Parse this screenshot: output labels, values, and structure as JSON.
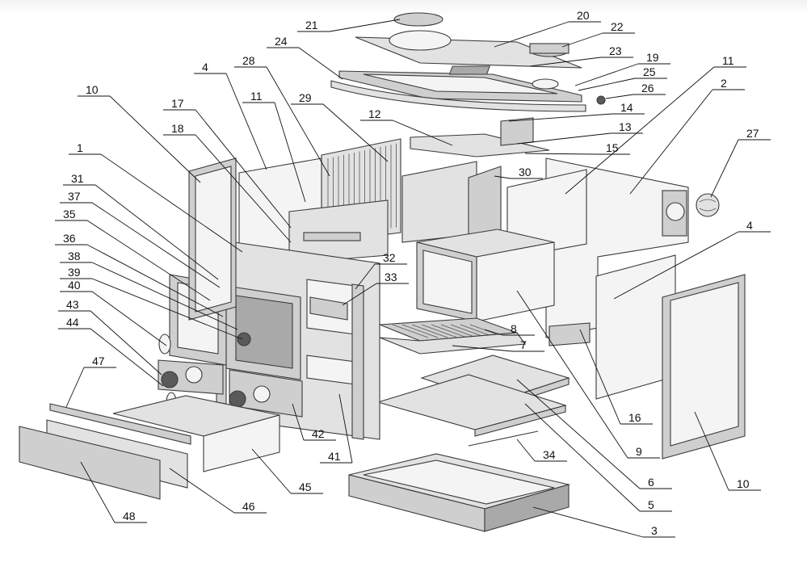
{
  "diagram": {
    "part_numbers": [
      "1",
      "2",
      "3",
      "4",
      "4",
      "5",
      "6",
      "7",
      "8",
      "9",
      "10",
      "10",
      "11",
      "11",
      "12",
      "13",
      "14",
      "15",
      "16",
      "17",
      "18",
      "19",
      "20",
      "21",
      "22",
      "23",
      "24",
      "25",
      "26",
      "27",
      "28",
      "29",
      "30",
      "31",
      "32",
      "33",
      "34",
      "35",
      "36",
      "37",
      "38",
      "39",
      "40",
      "41",
      "42",
      "43",
      "44",
      "45",
      "46",
      "47",
      "48"
    ]
  }
}
